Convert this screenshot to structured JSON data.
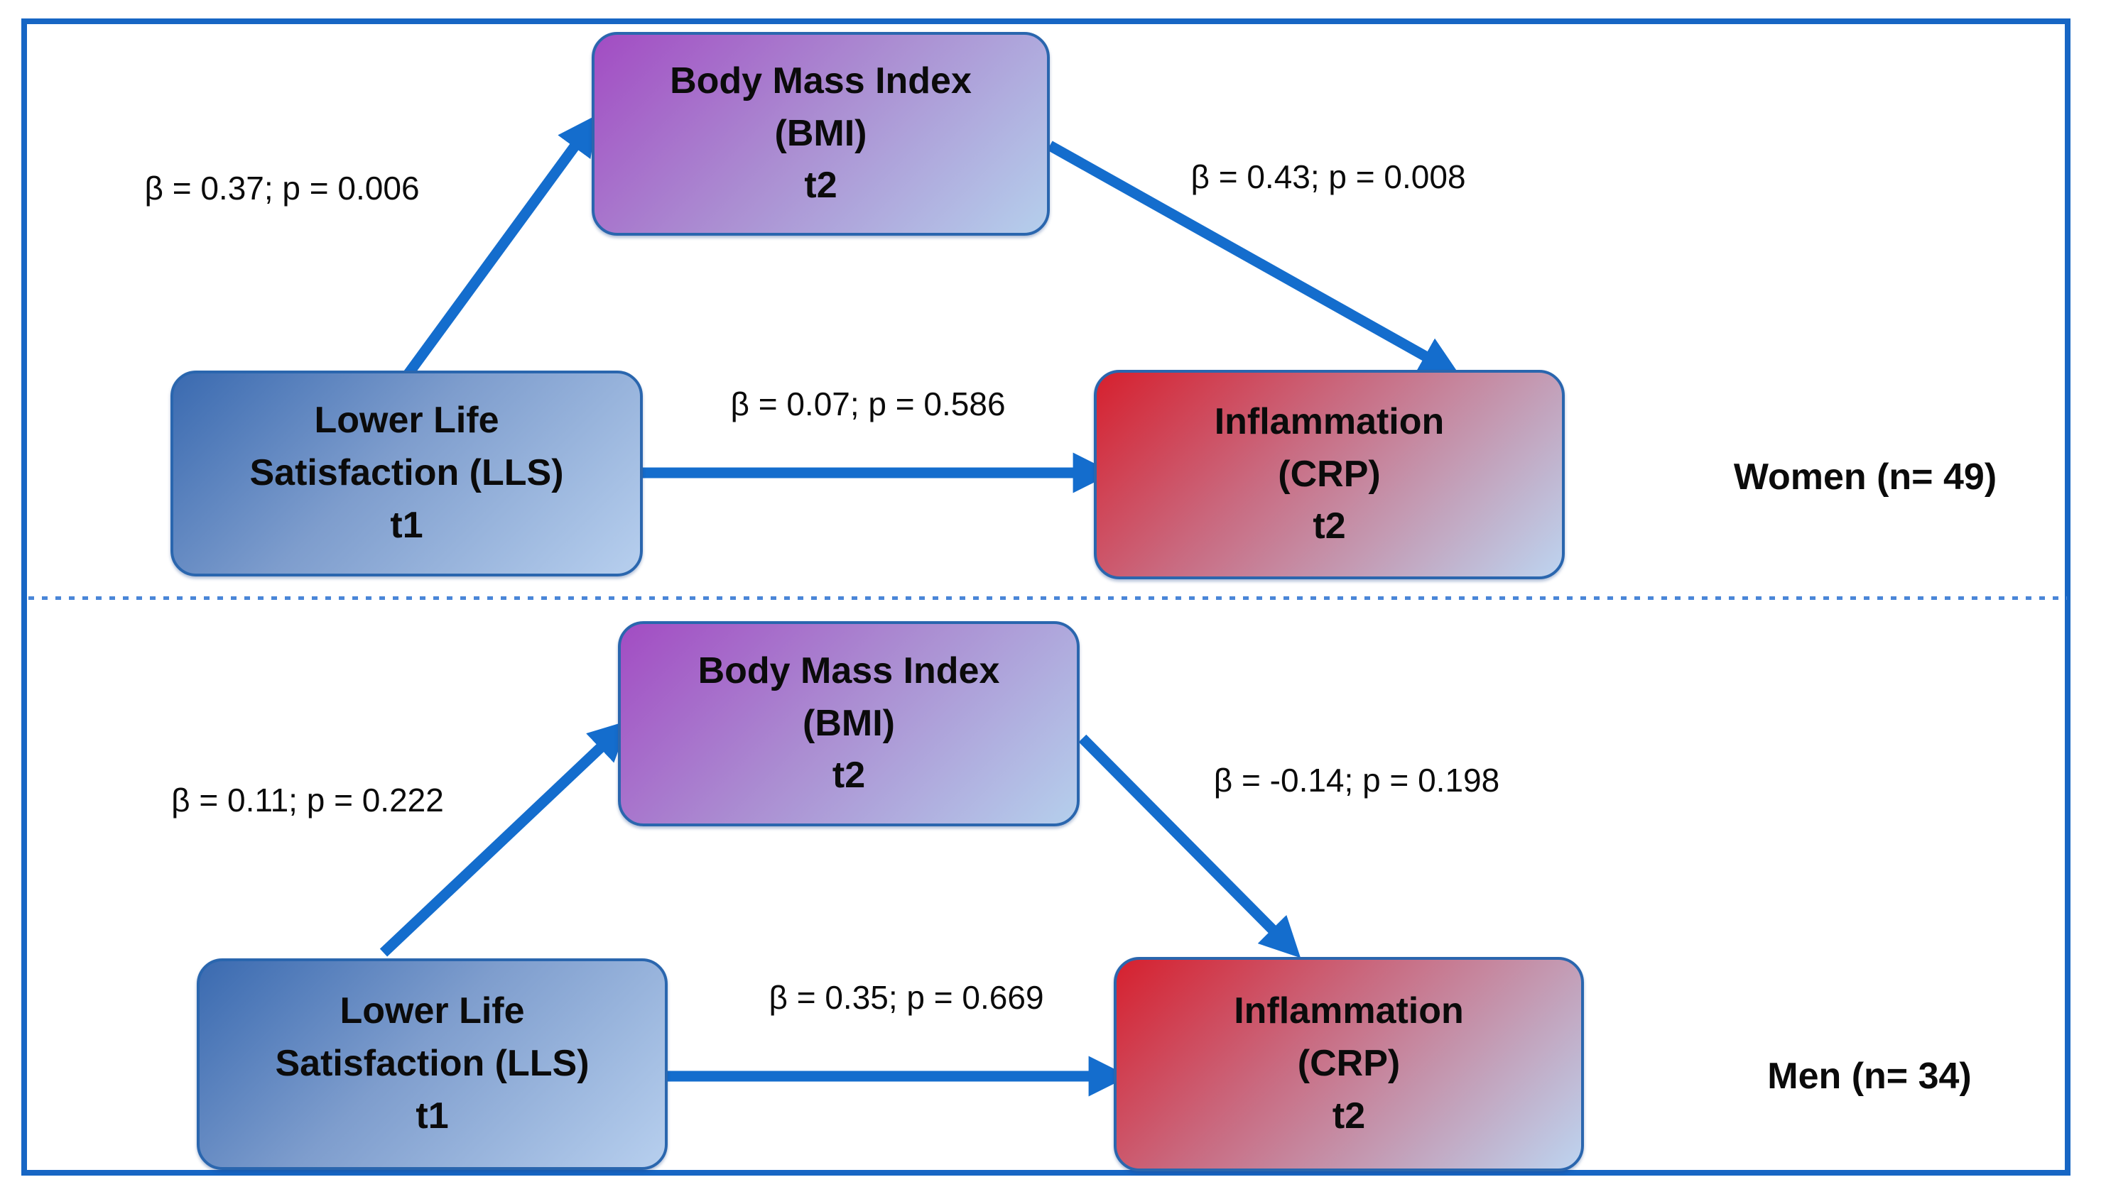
{
  "figure": {
    "type": "mediation-path-diagram",
    "colors": {
      "frame_border": "#1766c4",
      "arrow": "#146dcd",
      "box_border": "#2a66ae",
      "divider": "#4a86d8",
      "mediator_start": "#a24cc3",
      "mediator_end": "#b5cfec",
      "predictor_start": "#3a6ab0",
      "predictor_end": "#b7cfee",
      "outcome_start": "#d6202e",
      "outcome_end": "#bdd4f0"
    },
    "panels": [
      {
        "id": "women",
        "group_label": "Women (n= 49)",
        "boxes": {
          "predictor": {
            "title": "Lower Life",
            "subtitle": "Satisfaction (LLS)",
            "time": "t1"
          },
          "mediator": {
            "title": "Body Mass Index",
            "subtitle": "(BMI)",
            "time": "t2"
          },
          "outcome": {
            "title": "Inflammation",
            "subtitle": "(CRP)",
            "time": "t2"
          }
        },
        "path_labels": {
          "predictor_to_mediator": "β = 0.37; p = 0.006",
          "mediator_to_outcome": "β = 0.43; p = 0.008",
          "predictor_to_outcome": "β = 0.07; p = 0.586"
        }
      },
      {
        "id": "men",
        "group_label": "Men (n= 34)",
        "boxes": {
          "predictor": {
            "title": "Lower Life",
            "subtitle": "Satisfaction (LLS)",
            "time": "t1"
          },
          "mediator": {
            "title": "Body Mass Index",
            "subtitle": "(BMI)",
            "time": "t2"
          },
          "outcome": {
            "title": "Inflammation",
            "subtitle": "(CRP)",
            "time": "t2"
          }
        },
        "path_labels": {
          "predictor_to_mediator": "β = 0.11; p = 0.222",
          "mediator_to_outcome": "β = -0.14; p = 0.198",
          "predictor_to_outcome": "β = 0.35; p = 0.669"
        }
      }
    ]
  }
}
